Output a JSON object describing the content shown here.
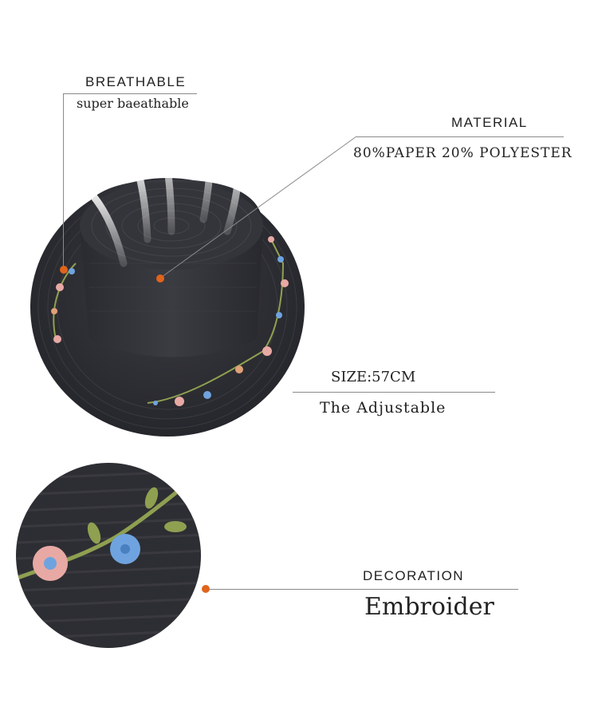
{
  "features": {
    "breathable": {
      "title": "BREATHABLE",
      "detail": "super baeathable"
    },
    "material": {
      "title": "MATERIAL",
      "detail": "80%PAPER 20% POLYESTER"
    },
    "size": {
      "title": "SIZE:57CM",
      "detail": "The Adjustable"
    },
    "decoration": {
      "title": "DECORATION",
      "detail": "Embroider"
    }
  },
  "colors": {
    "hat": "#2f3035",
    "callout_dot": "#e0641c",
    "leader_line": "#8a8a8a",
    "embroidery_pink": "#e8a9a4",
    "embroidery_blue": "#6fa3df",
    "embroidery_leaf": "#8fa050"
  },
  "icons": [
    "air-flow-arrow-icon",
    "callout-dot-icon",
    "embroidered-flower-icon"
  ]
}
